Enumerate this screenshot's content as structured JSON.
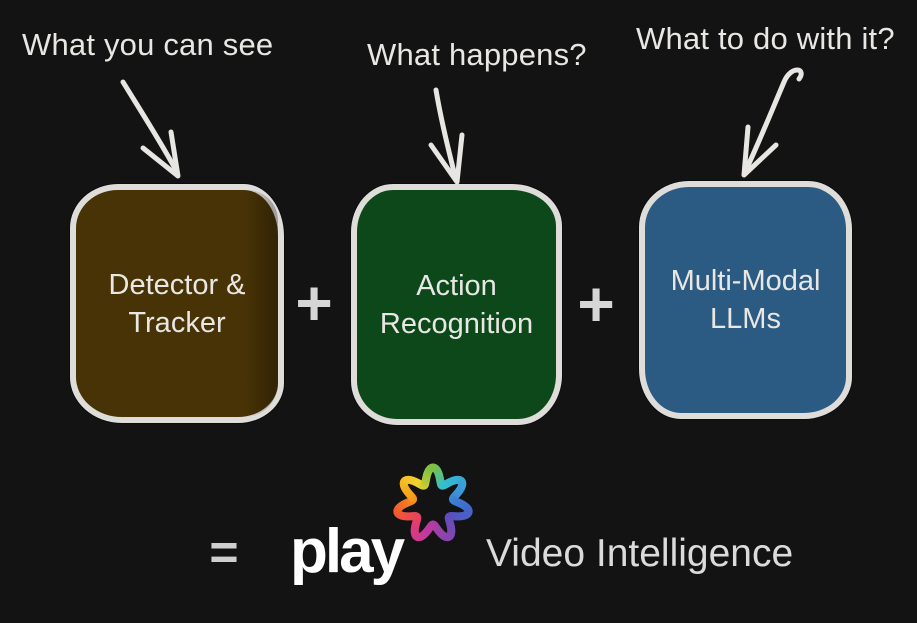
{
  "scene": {
    "background_color": "#131313",
    "text_color": "#e9e7e3"
  },
  "annotations": [
    {
      "label": "What you can see"
    },
    {
      "label": "What happens?"
    },
    {
      "label": "What to do with it?"
    }
  ],
  "operators": {
    "plus": "+",
    "equals": "="
  },
  "boxes": [
    {
      "label": "Detector &\nTracker",
      "fill_color": "#483306",
      "border_color": "#dfddd9",
      "text_color": "#e9e7e3"
    },
    {
      "label": "Action\nRecognition",
      "fill_color": "#0d481b",
      "border_color": "#dfddd9",
      "text_color": "#e9e7e3"
    },
    {
      "label": "Multi-Modal\nLLMs",
      "fill_color": "#2b5b82",
      "border_color": "#dfddd9",
      "text_color": "#e9e7e3"
    }
  ],
  "result": {
    "brand": "play",
    "brand_color": "#ffffff",
    "suffix": "Video Intelligence",
    "suffix_color": "#dbdbdb",
    "logo_colors": [
      "#7ac143",
      "#35c0cf",
      "#3b9ada",
      "#3f6ccb",
      "#5a4fbe",
      "#8e44ad",
      "#c0399f",
      "#e63c6d",
      "#ef5b2e",
      "#f7a21b",
      "#f2d22e"
    ]
  }
}
